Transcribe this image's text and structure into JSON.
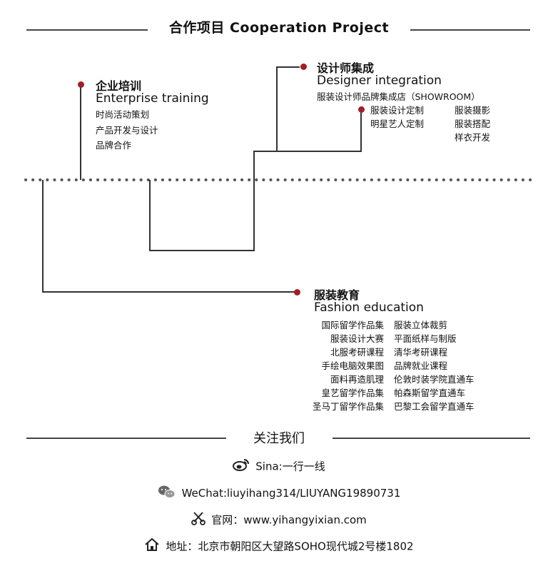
{
  "header": {
    "title": "合作项目 Cooperation Project"
  },
  "training": {
    "cn": "企业培训",
    "en": "Enterprise training",
    "items": [
      "时尚活动策划",
      "产品开发与设计",
      "品牌合作"
    ]
  },
  "designer": {
    "cn": "设计师集成",
    "en": "Designer integration",
    "sub": "服装设计师品牌集成店（SHOWROOM）",
    "col1": [
      "服装设计定制",
      "明星艺人定制"
    ],
    "col2": [
      "服装摄影",
      "服装搭配",
      "样衣开发"
    ]
  },
  "education": {
    "cn": "服装教育",
    "en": "Fashion education",
    "col1": [
      "国际留学作品集",
      "服装设计大赛",
      "北服考研课程",
      "手绘电脑效果图",
      "面料再造肌理",
      "皇艺留学作品集",
      "圣马丁留学作品集"
    ],
    "col2": [
      "服装立体裁剪",
      "平面纸样与制版",
      "清华考研课程",
      "品牌就业课程",
      "伦敦时装学院直通车",
      "帕森斯留学直通车",
      "巴黎工会留学直通车"
    ]
  },
  "follow": {
    "title": "关注我们",
    "sina": "Sina:一行一线",
    "wechat": "WeChat:liuyihang314/LIUYANG19890731",
    "website": "官网：www.yihangyixian.com",
    "address": "地址：北京市朝阳区大望路SOHO现代城2号楼1802"
  },
  "colors": {
    "accent": "#a31d24",
    "line": "#444444"
  }
}
